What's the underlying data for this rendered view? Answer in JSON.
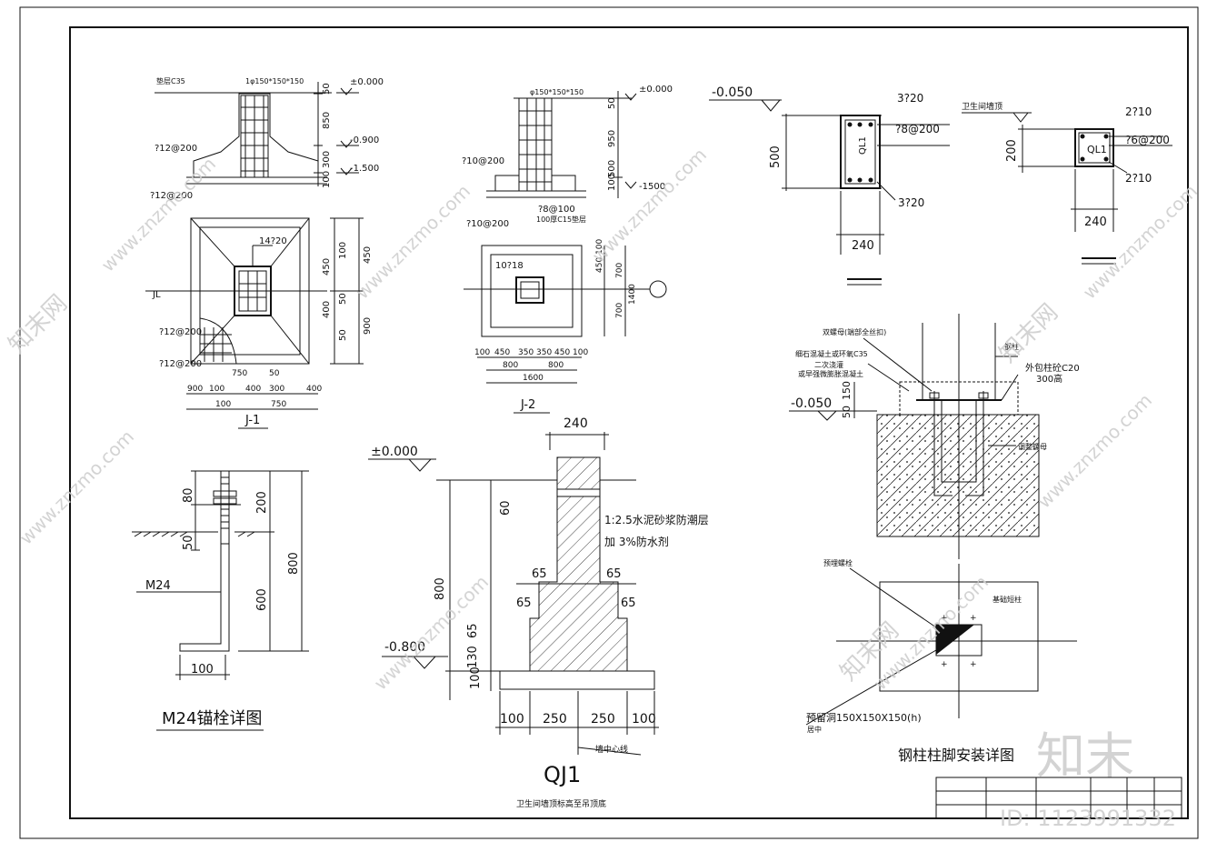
{
  "details": {
    "j1": {
      "title": "J-1",
      "notes": [
        "垫层C35",
        "1φ150*150*150",
        "±0.000",
        "-0.900",
        "-1.500",
        "?12@200",
        "?12@200",
        "14?20",
        "JL",
        "?12@200",
        "?12@200"
      ],
      "dims": [
        "50",
        "850",
        "300",
        "100",
        "100",
        "450",
        "50",
        "400",
        "50",
        "450",
        "900",
        "900",
        "100",
        "400",
        "300",
        "400",
        "100",
        "750",
        "750",
        "50",
        "50"
      ]
    },
    "j2": {
      "title": "J-2",
      "notes": [
        "φ150*150*150",
        "±0.000",
        "-1500",
        "?10@200",
        "?8@100",
        "?10@200",
        "100厚C15垫层",
        "10?18"
      ],
      "dims": [
        "50",
        "950",
        "500",
        "100",
        "100",
        "450",
        "700",
        "700",
        "1400",
        "100",
        "450",
        "350",
        "350",
        "450",
        "100",
        "800",
        "800",
        "1600"
      ]
    },
    "ql": {
      "elev": "-0.050",
      "dims": [
        "500",
        "240"
      ],
      "rebars": [
        "3?20",
        "?8@200",
        "3?20"
      ],
      "label": "QL1"
    },
    "gzl": {
      "note": "卫生间墙顶",
      "dims": [
        "200",
        "240"
      ],
      "rebars": [
        "2?10",
        "?6@200",
        "2?10"
      ],
      "label": "QL1"
    },
    "m24": {
      "dims": [
        "80",
        "50",
        "200",
        "600",
        "800",
        "100"
      ],
      "bolt": "M24",
      "title": "M24锚栓详图"
    },
    "qj1": {
      "elev_top": "±0.000",
      "elev_bot": "-0.800",
      "dims": [
        "240",
        "60",
        "800",
        "65",
        "65",
        "65",
        "65",
        "65",
        "130",
        "100",
        "100",
        "250",
        "250",
        "100"
      ],
      "notes": [
        "1:2.5水泥砂浆防潮层",
        "加 3%防水剂",
        "墙中心线"
      ],
      "title": "QJ1",
      "subtitle": "卫生间墙顶标高至吊顶底"
    },
    "steel": {
      "notes": [
        "双螺母(端部全丝扣)",
        "细石混凝土或环氧C35",
        "二次浇灌",
        "或早强微膨胀混凝土",
        "钢柱",
        "外包柱砼C20",
        "300高",
        "调整螺母",
        "预埋螺栓",
        "基础短柱",
        "预留洞150X150X150(h)",
        "居中"
      ],
      "elev": "-0.050",
      "dims": [
        "50",
        "150"
      ],
      "title": "钢柱柱脚安装详图"
    }
  },
  "watermark": {
    "site": "www.znzmo.com",
    "brand": "知末网",
    "logo": "知末",
    "id": "ID: 1123991332"
  }
}
